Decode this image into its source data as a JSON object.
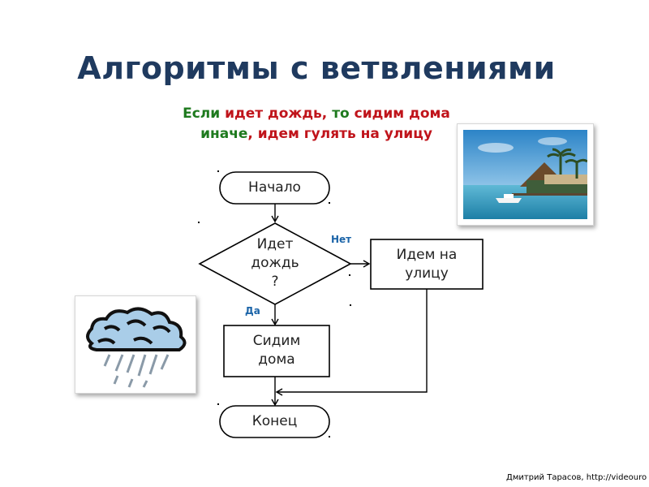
{
  "slide": {
    "title": "Алгоритмы с ветвлениями",
    "condition_line1": {
      "if": "Если",
      "cond": "идет дождь,",
      "then": "то",
      "action": "сидим дома"
    },
    "condition_line2": {
      "else": "иначе",
      "action": ", идем гулять на улицу"
    },
    "footer": "Дмитрий Тарасов, http://videouro"
  },
  "flowchart": {
    "start": "Начало",
    "decision_line1": "Идет",
    "decision_line2": "дождь",
    "decision_line3": "?",
    "no_label": "Нет",
    "yes_label": "Да",
    "no_action_line1": "Идем на",
    "no_action_line2": "улицу",
    "yes_action_line1": "Сидим",
    "yes_action_line2": "дома",
    "end": "Конец"
  },
  "colors": {
    "title": "#1f3a5f",
    "green_text": "#1e7a1e",
    "red_text": "#c0141b",
    "branch_label": "#1b64a8"
  },
  "images": {
    "beach_photo": "beach-resort-photo",
    "rain_cloud": "rain-cloud-clipart"
  }
}
